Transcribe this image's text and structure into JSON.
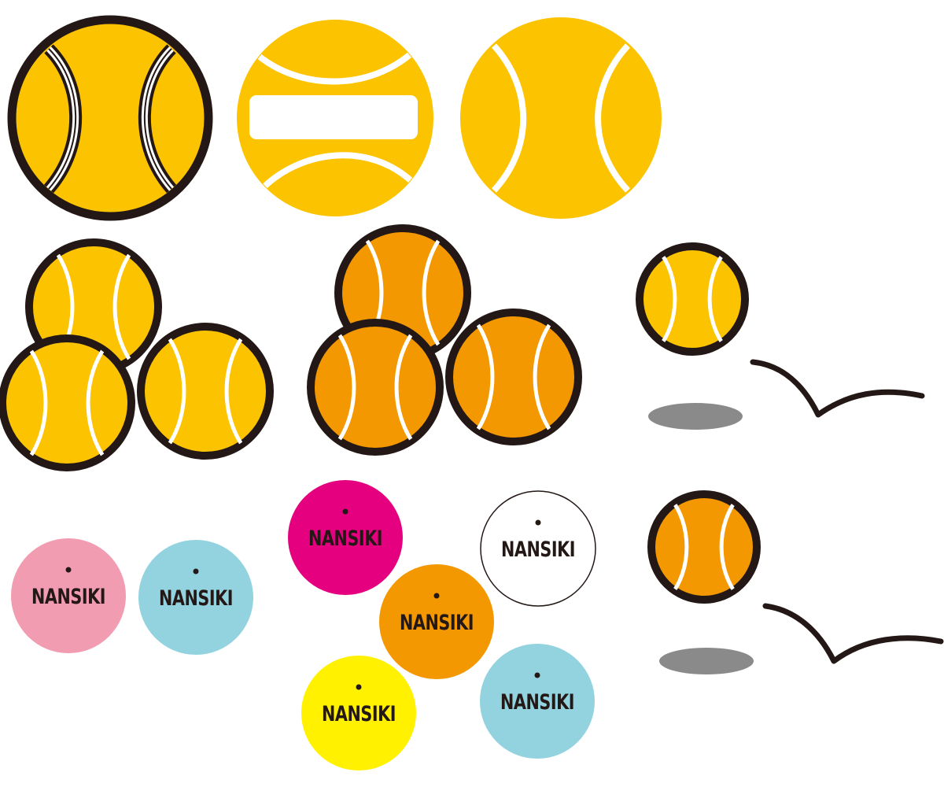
{
  "colors": {
    "yellow": "#fcc300",
    "orange": "#f39800",
    "outline": "#231815",
    "seam": "#ffffff",
    "shadow": "#8a8a8a",
    "pink": "#f19cb0",
    "light_blue": "#92d3df",
    "magenta": "#e4007f",
    "bright_yellow": "#fff100",
    "white": "#ffffff"
  },
  "ball_label": "NANSIKI",
  "soft_balls": [
    {
      "color": "pink",
      "text": "NANSIKI"
    },
    {
      "color": "light_blue",
      "text": "NANSIKI"
    },
    {
      "color": "magenta",
      "text": "NANSIKI"
    },
    {
      "color": "white",
      "text": "NANSIKI"
    },
    {
      "color": "orange",
      "text": "NANSIKI"
    },
    {
      "color": "bright_yellow",
      "text": "NANSIKI"
    },
    {
      "color": "light_blue",
      "text": "NANSIKI"
    }
  ]
}
